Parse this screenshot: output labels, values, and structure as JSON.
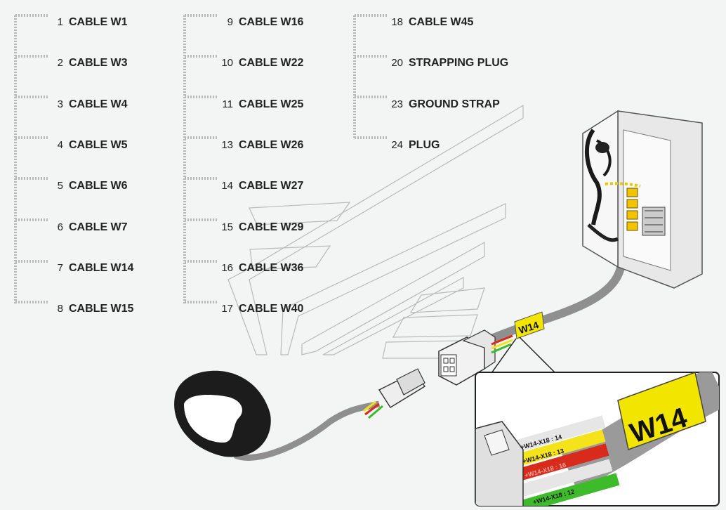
{
  "legend": {
    "col1": [
      {
        "num": "1",
        "label": "CABLE W1"
      },
      {
        "num": "2",
        "label": "CABLE W3"
      },
      {
        "num": "3",
        "label": "CABLE W4"
      },
      {
        "num": "4",
        "label": "CABLE W5"
      },
      {
        "num": "5",
        "label": "CABLE W6"
      },
      {
        "num": "6",
        "label": "CABLE W7"
      },
      {
        "num": "7",
        "label": "CABLE W14"
      },
      {
        "num": "8",
        "label": "CABLE W15"
      }
    ],
    "col2": [
      {
        "num": "9",
        "label": "CABLE W16"
      },
      {
        "num": "10",
        "label": "CABLE W22"
      },
      {
        "num": "11",
        "label": "CABLE W25"
      },
      {
        "num": "13",
        "label": "CABLE W26"
      },
      {
        "num": "14",
        "label": "CABLE W27"
      },
      {
        "num": "15",
        "label": "CABLE W29"
      },
      {
        "num": "16",
        "label": "CABLE W36"
      },
      {
        "num": "17",
        "label": "CABLE W40"
      }
    ],
    "col3": [
      {
        "num": "18",
        "label": "CABLE W45"
      },
      {
        "num": "20",
        "label": "STRAPPING PLUG"
      },
      {
        "num": "23",
        "label": "GROUND STRAP"
      },
      {
        "num": "24",
        "label": "PLUG"
      }
    ]
  },
  "cable_tag": "W14",
  "wire_labels": [
    "+W14-X18 : 14",
    "+W14-X18 : 13",
    "+W14-X18 : 16",
    "+W14-X18 : 12"
  ],
  "colors": {
    "cable_grey": "#9a9a9a",
    "tag_yellow": "#f2e600",
    "wire_red": "#d92b1b",
    "wire_green": "#3dbb2a",
    "wire_yellow": "#f4e21a"
  }
}
